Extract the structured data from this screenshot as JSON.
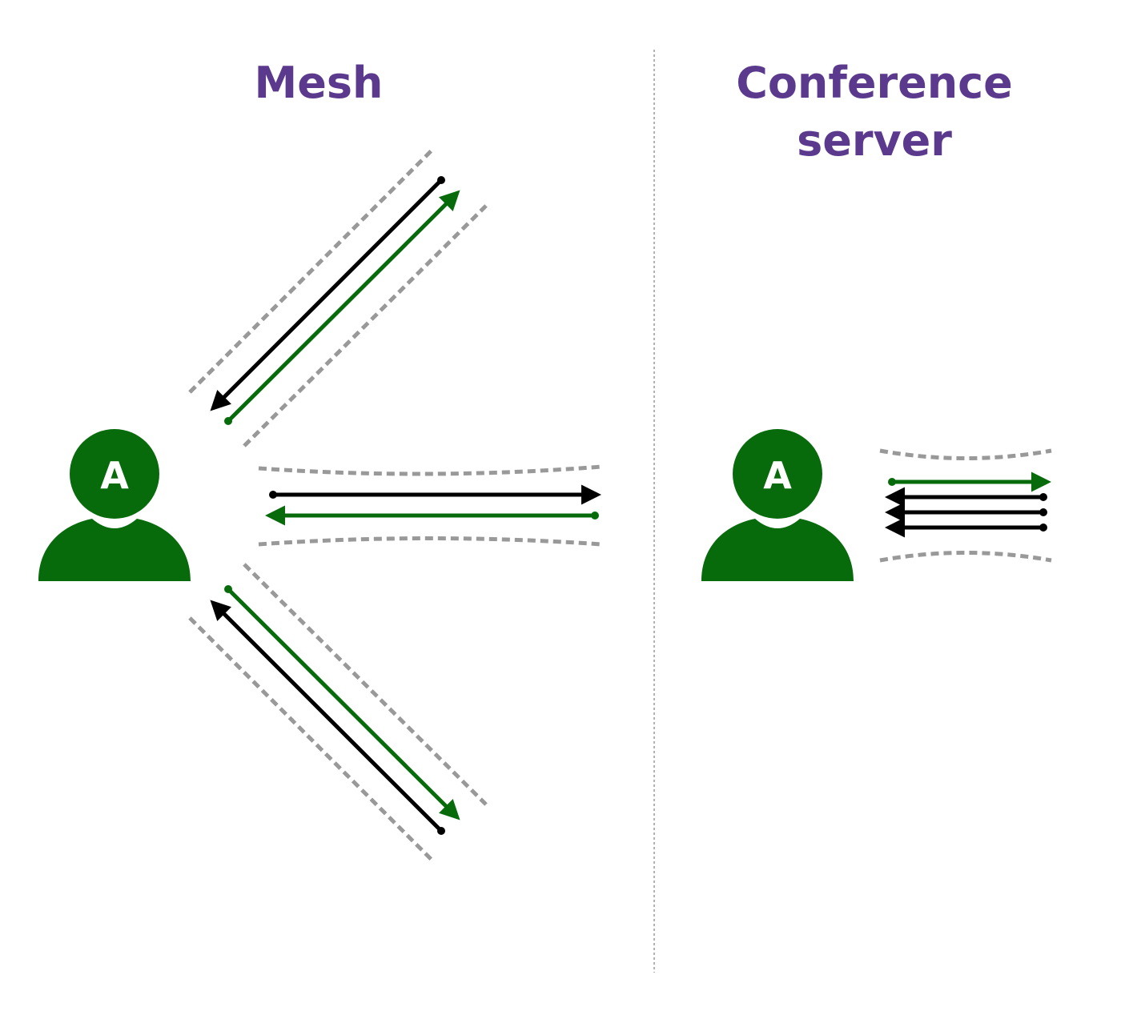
{
  "panels": {
    "mesh": {
      "title": "Mesh",
      "user_initial": "A"
    },
    "conference": {
      "title_line1": "Conference",
      "title_line2": "server",
      "user_initial": "A"
    }
  },
  "colors": {
    "title": "#5b3a8e",
    "user": "#076b0c",
    "send_stream": "#076b0c",
    "receive_stream": "#000000",
    "bandwidth_pipe": "#999999",
    "divider": "#999999"
  },
  "streams": {
    "mesh": {
      "outgoing": 3,
      "incoming": 3
    },
    "conference": {
      "outgoing": 1,
      "incoming": 3
    }
  }
}
